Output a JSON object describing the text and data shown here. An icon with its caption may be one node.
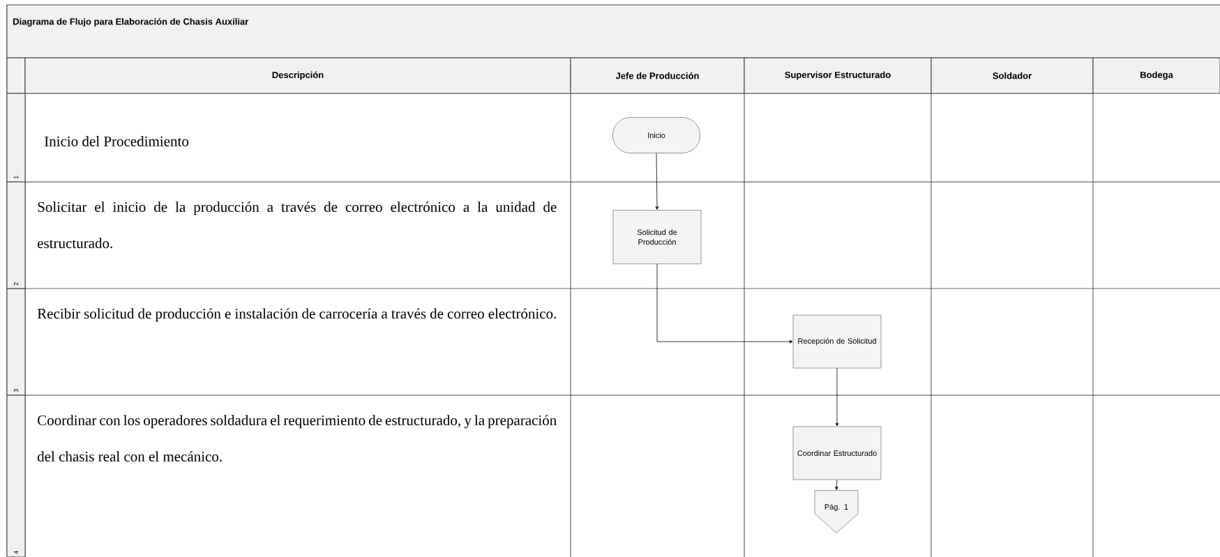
{
  "diagram": {
    "title": "Diagrama de Flujo para Elaboración de Chasis Auxiliar",
    "nodes": [
      {
        "text": [
          "Inicio"
        ]
      },
      {
        "text": [
          "Solicitud de Producción"
        ]
      },
      {
        "text": [
          "Recepción de Solicitud"
        ]
      },
      {
        "text": [
          "Coordinar Estructurado"
        ]
      },
      {
        "text": [
          "Pág. 1"
        ]
      }
    ],
    "edges": [
      {
        "from": 0,
        "to": 1,
        "arrow": "to"
      },
      {
        "from": 1,
        "to": 2,
        "arrow": "to"
      },
      {
        "from": 2,
        "to": 3,
        "arrow": "to"
      },
      {
        "from": 3,
        "to": 4,
        "arrow": "to"
      }
    ],
    "labels": [
      "Descripción",
      "Jefe de Producción",
      "Supervisor Estructurado",
      "Soldador",
      "Bodega",
      "1",
      "Inicio del Procedimiento",
      "2",
      "Solicitar el inicio de la producción a través de correo electrónico a la unidad de estructurado.",
      "3",
      "Recibir solicitud de producción e instalación de carrocería a través de correo electrónico.",
      "4",
      "Coordinar con los operadores soldadura el requerimiento de estructurado, y la preparación del chasis real con el mecánico."
    ]
  }
}
